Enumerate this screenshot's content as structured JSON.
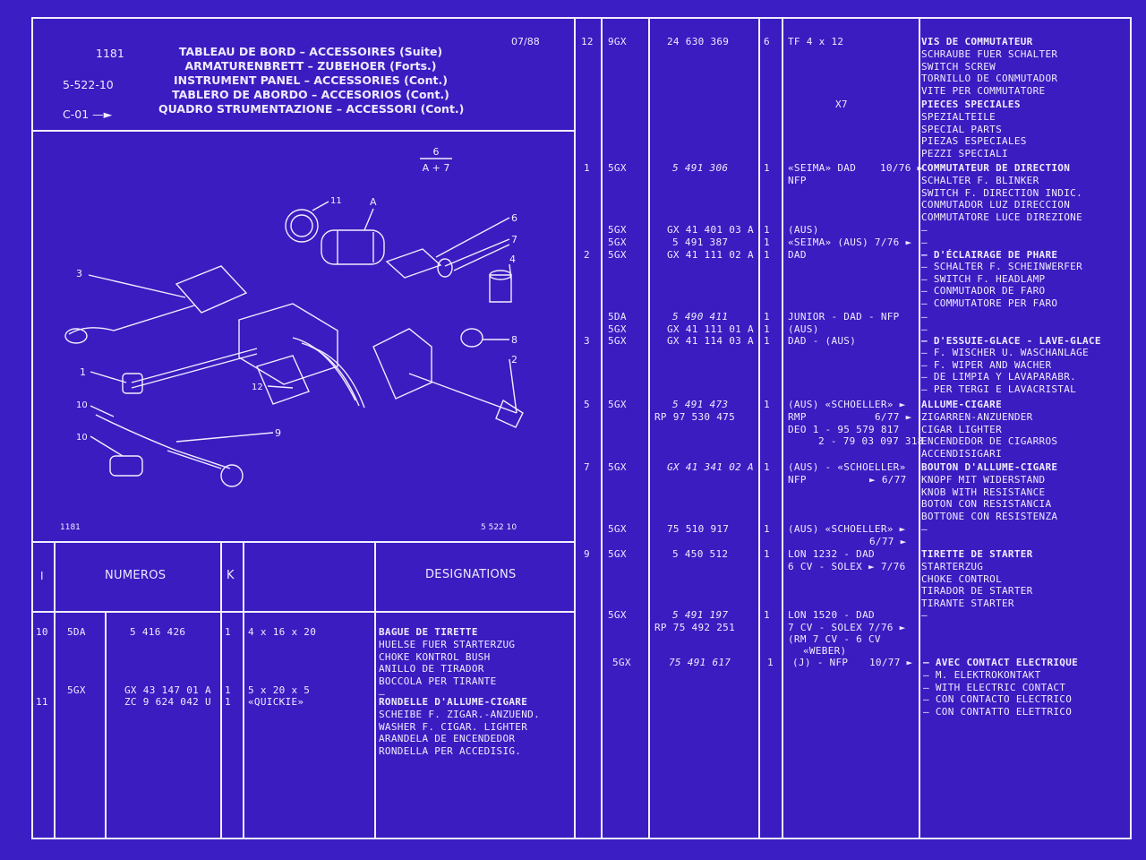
{
  "header": {
    "page_num": "1181",
    "code": "5-522-10",
    "group": "C-01",
    "arrow": "—►",
    "date": "07/88",
    "titles": [
      "TABLEAU DE BORD – ACCESSOIRES (Suite)",
      "ARMATURENBRETT – ZUBEHOER (Forts.)",
      "INSTRUMENT PANEL – ACCESSORIES (Cont.)",
      "TABLERO DE ABORDO – ACCESORIOS (Cont.)",
      "QUADRO STRUMENTAZIONE – ACCESSORI (Cont.)"
    ]
  },
  "diagram": {
    "fraction_top": "6",
    "fraction_bottom": "A + 7",
    "footer_left": "1181",
    "footer_right": "5 522 10",
    "callouts": [
      "11",
      "A",
      "6",
      "7",
      "4",
      "3",
      "8",
      "2",
      "1",
      "12",
      "10",
      "10",
      "9"
    ]
  },
  "table_header": {
    "col1": "I",
    "col2": "NUMEROS",
    "col3": "K",
    "col4": "DESIGNATIONS"
  },
  "left_rows": [
    {
      "item": "10",
      "code": "5DA",
      "part": "5 416 426",
      "qty": "1",
      "spec": "4 x 16 x 20",
      "title": "BAGUE DE TIRETTE",
      "desc": [
        "HUELSE FUER STARTERZUG",
        "CHOKE KONTROL BUSH",
        "ANILLO DE TIRADOR",
        "BOCCOLA PER TIRANTE",
        "—"
      ]
    },
    {
      "item": "11",
      "code": "5GX",
      "part": "GX 43 147 01 A",
      "part2": "ZC 9 624 042 U",
      "qty": "1",
      "qty2": "1",
      "spec": "5 x 20 x 5",
      "spec2": "«QUICKIE»",
      "title": "RONDELLE D'ALLUME-CIGARE",
      "desc": [
        "SCHEIBE F. ZIGAR.-ANZUEND.",
        "WASHER F. CIGAR. LIGHTER",
        "ARANDELA DE ENCENDEDOR",
        "RONDELLA PER ACCEDISIG."
      ]
    }
  ],
  "right": {
    "r12": {
      "item": "12",
      "code": "9GX",
      "part": "24 630 369",
      "qty": "6",
      "spec": "TF 4 x 12",
      "title": "VIS DE COMMUTATEUR",
      "desc": [
        "SCHRAUBE FUER SCHALTER",
        "SWITCH SCREW",
        "TORNILLO DE CONMUTADOR",
        "VITE PER COMMUTATORE"
      ]
    },
    "special": {
      "mark": "X7",
      "title": "PIECES SPECIALES",
      "desc": [
        "SPEZIALTEILE",
        "SPECIAL PARTS",
        "PIEZAS ESPECIALES",
        "PEZZI SPECIALI"
      ]
    },
    "r1": {
      "item": "1",
      "code": "5GX",
      "part": "5 491 306",
      "qty": "1",
      "spec": "«SEIMA» DAD",
      "date": "10/76 ►",
      "spec2": "NFP",
      "title": "COMMUTATEUR DE DIRECTION",
      "desc": [
        "SCHALTER F. BLINKER",
        "SWITCH F. DIRECTION INDIC.",
        "CONMUTADOR LUZ DIRECCION",
        "COMMUTATORE LUCE DIREZIONE"
      ]
    },
    "r1b": {
      "code": "5GX",
      "part": "GX 41 401 03 A",
      "qty": "1",
      "spec": "(AUS)",
      "dash": "—"
    },
    "r2": {
      "item": "2",
      "codes": [
        "5GX",
        "5GX"
      ],
      "parts": [
        "5 491 387",
        "GX 41 111 02 A"
      ],
      "qtys": [
        "1",
        "1"
      ],
      "specs": [
        "«SEIMA» (AUS) 7/76 ►",
        "DAD"
      ],
      "dash": "—",
      "title": "– D'ÉCLAIRAGE DE PHARE",
      "desc": [
        "– SCHALTER F. SCHEINWERFER",
        "– SWITCH F. HEADLAMP",
        "– CONMUTADOR DE FARO",
        "– COMMUTATORE PER FARO"
      ]
    },
    "r3": {
      "item": "3",
      "codes": [
        "5DA",
        "5GX",
        "5GX"
      ],
      "parts": [
        "5 490 411",
        "GX 41 111 01 A",
        "GX 41 114 03 A"
      ],
      "qtys": [
        "1",
        "1",
        "1"
      ],
      "specs": [
        "JUNIOR - DAD - NFP",
        "(AUS)",
        "DAD - (AUS)"
      ],
      "dashes": [
        "—",
        "—"
      ],
      "title": "– D'ESSUIE-GLACE - LAVE-GLACE",
      "desc": [
        "– F. WISCHER U. WASCHANLAGE",
        "– F. WIPER AND WACHER",
        "– DE LIMPIA Y LAVAPARABR.",
        "– PER TERGI E LAVACRISTAL"
      ]
    },
    "r5": {
      "item": "5",
      "code": "5GX",
      "parts": [
        "5 491 473",
        "RP 97 530 475"
      ],
      "qty": "1",
      "specs": [
        "(AUS) «SCHOELLER» ►",
        "RMP",
        "DEO 1 - 95 579 817",
        "2 - 79 03 097 318"
      ],
      "rmp_date": "6/77 ►",
      "title": "ALLUME-CIGARE",
      "desc": [
        "ZIGARREN-ANZUENDER",
        "CIGAR LIGHTER",
        "ENCENDEDOR DE CIGARROS",
        "ACCENDISIGARI"
      ]
    },
    "r7": {
      "item": "7",
      "code": "5GX",
      "part": "GX 41 341 02 A",
      "qty": "1",
      "specs": [
        "(AUS) - «SCHOELLER»",
        "NFP"
      ],
      "nfp_date": "► 6/77",
      "title": "BOUTON D'ALLUME-CIGARE",
      "desc": [
        "KNOPF MIT WIDERSTAND",
        "KNOB WITH RESISTANCE",
        "BOTON CON RESISTANCIA",
        "BOTTONE CON RESISTENZA"
      ]
    },
    "r7b": {
      "code": "5GX",
      "part": "75 510 917",
      "qty": "1",
      "spec": "(AUS) «SCHOELLER» ►",
      "date": "6/77 ►",
      "dash": "—"
    },
    "r9": {
      "item": "9",
      "code": "5GX",
      "part": "5 450 512",
      "qty": "1",
      "specs": [
        "LON 1232 - DAD",
        "6 CV - SOLEX ► 7/76"
      ],
      "title": "TIRETTE DE STARTER",
      "desc": [
        "STARTERZUG",
        "CHOKE CONTROL",
        "TIRADOR DE STARTER",
        "TIRANTE STARTER"
      ]
    },
    "r9b": {
      "code": "5GX",
      "parts": [
        "5 491 197",
        "RP 75 492 251"
      ],
      "qty": "1",
      "specs": [
        "LON 1520 - DAD",
        "7 CV - SOLEX   7/76 ►",
        "(RM 7 CV - 6 CV",
        "«WEBER)"
      ],
      "dash": "—"
    },
    "r9c": {
      "code": "5GX",
      "part": "75 491 617",
      "qty": "1",
      "spec": "(J) - NFP",
      "date": "10/77 ►",
      "title": "– AVEC CONTACT ELECTRIQUE",
      "desc": [
        "– M. ELEKTROKONTAKT",
        "– WITH ELECTRIC CONTACT",
        "– CON CONTACTO ELECTRICO",
        "– CON CONTATTO ELETTRICO"
      ]
    }
  }
}
